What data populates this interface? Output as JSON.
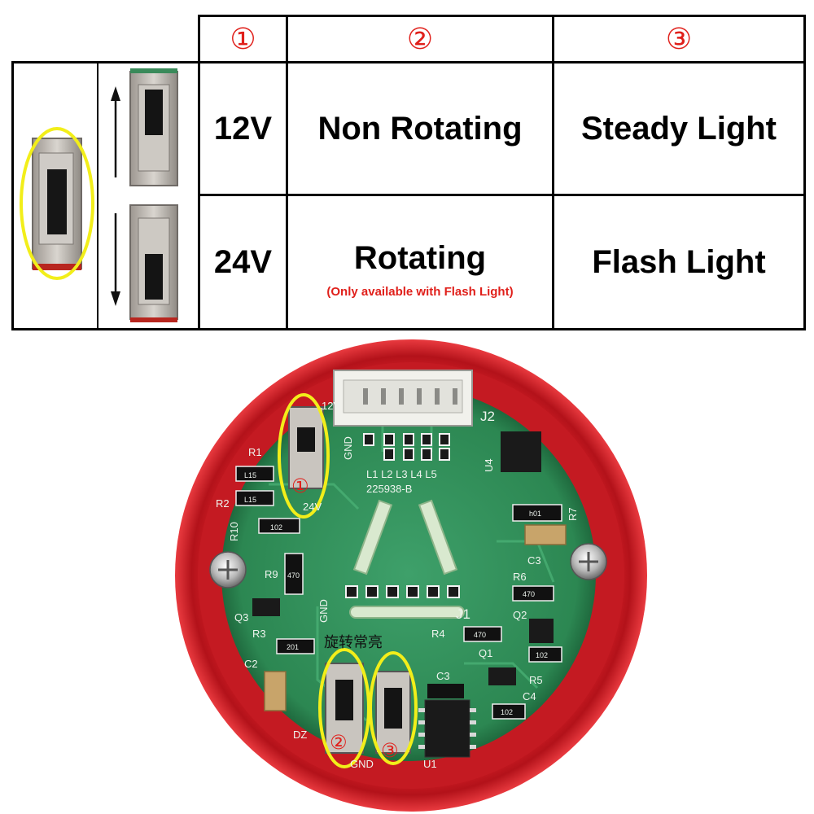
{
  "header": {
    "col1": "①",
    "col2": "②",
    "col3": "③"
  },
  "rows": [
    {
      "voltage": "12V",
      "rotation": "Non Rotating",
      "light": "Steady Light"
    },
    {
      "voltage": "24V",
      "rotation": "Rotating",
      "rotation_note": "(Only available with Flash Light)",
      "light": "Flash Light"
    }
  ],
  "board": {
    "labels": {
      "v12": "12V",
      "v24": "24V",
      "gnd1": "GND",
      "gnd2": "GND",
      "gnd3": "GND",
      "j1": "J1",
      "j2": "J2",
      "u1": "U1",
      "u4": "U4",
      "r1": "R1",
      "r2": "R2",
      "r3": "R3",
      "r4": "R4",
      "r5": "R5",
      "r6": "R6",
      "r7": "R7",
      "r9": "R9",
      "r10": "R10",
      "c2": "C2",
      "c3a": "C3",
      "c3b": "C3",
      "c4": "C4",
      "q1": "Q1",
      "q2": "Q2",
      "q3": "Q3",
      "dz": "DZ",
      "leds": "L1 L2 L3 L4 L5",
      "part": "225938-B",
      "chinese": "旋转常亮",
      "res_l15a": "L15",
      "res_l15b": "L15",
      "res_102a": "102",
      "res_470a": "470",
      "res_470b": "470",
      "res_470c": "470",
      "res_101": "h01",
      "res_201": "201",
      "res_102b": "102",
      "res_102c": "102"
    },
    "markers": {
      "m1": "①",
      "m2": "②",
      "m3": "③"
    }
  },
  "colors": {
    "accent_red": "#e0201b",
    "highlight_yellow": "#f2ee1a",
    "pcb_green": "#2e8b57",
    "housing_red": "#d11a22"
  }
}
